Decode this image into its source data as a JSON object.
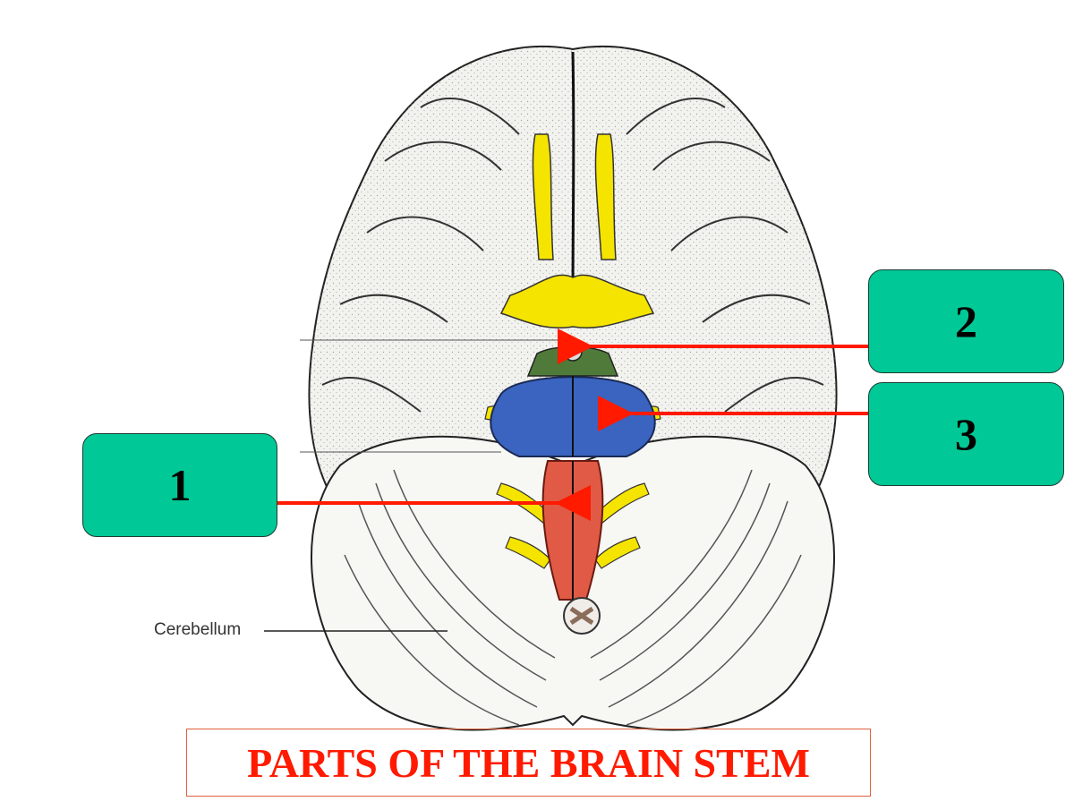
{
  "figure": {
    "callouts": [
      {
        "id": "1",
        "label": "1"
      },
      {
        "id": "2",
        "label": "2"
      },
      {
        "id": "3",
        "label": "3"
      }
    ],
    "structure_label": "Cerebellum",
    "title": "PARTS OF THE BRAIN STEM"
  },
  "colors": {
    "callout_fill": "#00c896",
    "arrow": "#ff1a00",
    "title_text": "#ff1a00",
    "medulla": "#e05a45",
    "pons": "#3a64c0",
    "nerves": "#f5e400",
    "cerebrum": "#f2f2ee",
    "cerebellum": "#f7f7f4"
  },
  "icons": [
    "brain-ventral-view-illustration",
    "arrow-right-to-left"
  ]
}
